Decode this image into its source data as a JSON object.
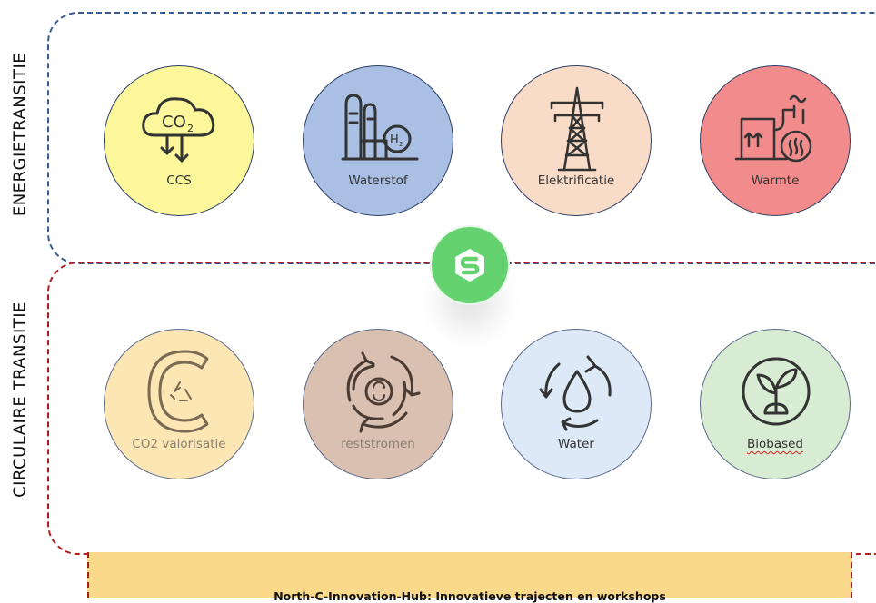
{
  "energie": {
    "title": "ENERGIETRANSITIE",
    "items": [
      {
        "label": "CCS",
        "icon": "co2-cloud-icon",
        "color": "#fbf79a"
      },
      {
        "label": "Waterstof",
        "icon": "hydrogen-plant-icon",
        "color": "#a9bfe4"
      },
      {
        "label": "Elektrificatie",
        "icon": "power-pylon-icon",
        "color": "#f9dcc8"
      },
      {
        "label": "Warmte",
        "icon": "heat-exchanger-icon",
        "color": "#f28b8b"
      }
    ]
  },
  "circulair": {
    "title": "CIRCULAIRE TRANSITIE",
    "items": [
      {
        "label": "CO2 valorisatie",
        "icon": "carbon-recycle-icon",
        "color": "#fce6b4"
      },
      {
        "label": "reststromen",
        "icon": "residual-streams-icon",
        "color": "#d9c0b0"
      },
      {
        "label": "Water",
        "icon": "water-cycle-icon",
        "color": "#dde9f6"
      },
      {
        "label": "Biobased",
        "icon": "plant-sprout-icon",
        "color": "#d7ecd2"
      }
    ]
  },
  "hub": {
    "icon": "hub-logo-icon",
    "color": "#63d26f"
  },
  "footer": {
    "prefix": "North-C-Innovation-Hub",
    "rest": ": Innovatieve trajecten en workshops"
  }
}
